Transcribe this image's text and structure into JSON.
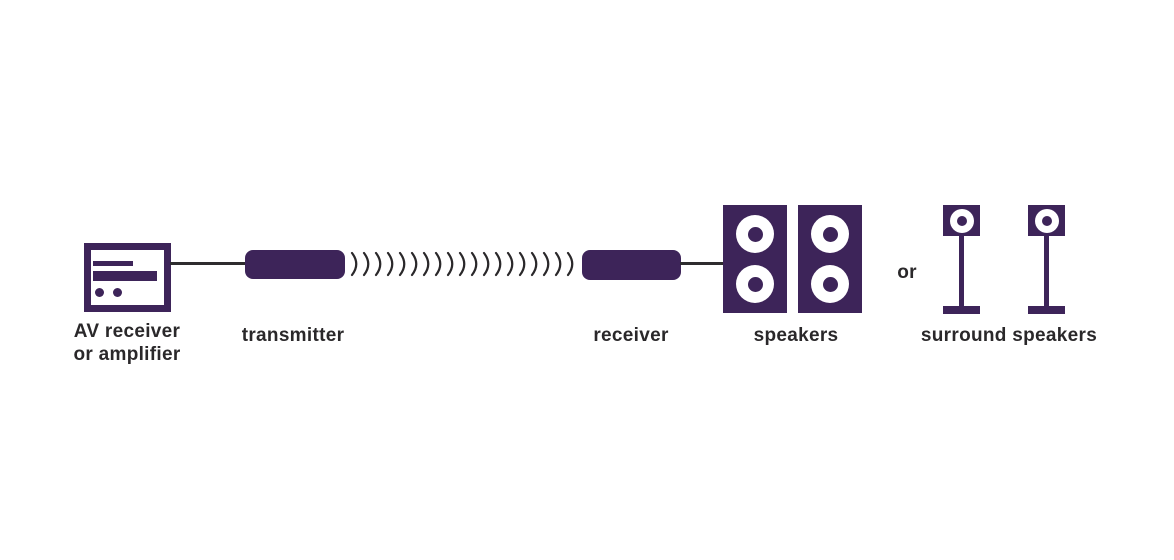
{
  "colors": {
    "purple": "#3d2459",
    "ink": "#2a282a",
    "background": "#ffffff"
  },
  "nodes": {
    "av_receiver": {
      "label_line1": "AV receiver",
      "label_line2": "or amplifier"
    },
    "transmitter": {
      "label": "transmitter"
    },
    "receiver": {
      "label": "receiver"
    },
    "speakers": {
      "label": "speakers"
    },
    "surround_speakers": {
      "label": "surround speakers"
    }
  },
  "connector": {
    "or_label": "or"
  },
  "signal": {
    "arc_count": 19
  }
}
